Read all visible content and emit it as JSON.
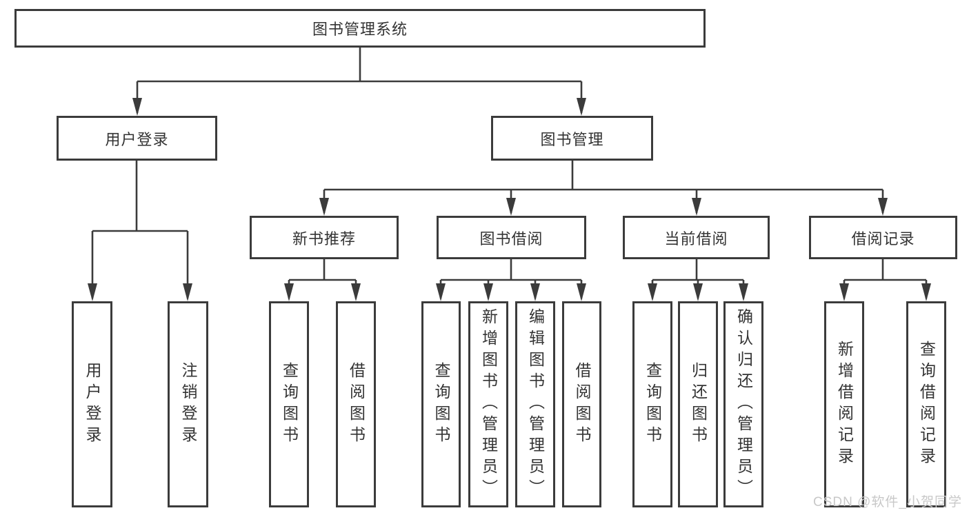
{
  "diagram": {
    "root": {
      "label": "图书管理系统",
      "children": [
        {
          "label": "用户登录",
          "children": [
            {
              "label": "用户登录"
            },
            {
              "label": "注销登录"
            }
          ]
        },
        {
          "label": "图书管理",
          "children": [
            {
              "label": "新书推荐",
              "children": [
                {
                  "label": "查询图书"
                },
                {
                  "label": "借阅图书"
                }
              ]
            },
            {
              "label": "图书借阅",
              "children": [
                {
                  "label": "查询图书"
                },
                {
                  "label": "新增图书（管理员）"
                },
                {
                  "label": "编辑图书（管理员）"
                },
                {
                  "label": "借阅图书"
                }
              ]
            },
            {
              "label": "当前借阅",
              "children": [
                {
                  "label": "查询图书"
                },
                {
                  "label": "归还图书"
                },
                {
                  "label": "确认归还（管理员）"
                }
              ]
            },
            {
              "label": "借阅记录",
              "children": [
                {
                  "label": "新增借阅记录"
                },
                {
                  "label": "查询借阅记录"
                }
              ]
            }
          ]
        }
      ]
    },
    "watermark": "CSDN @软件_小贺同学",
    "colors": {
      "line": "#3b3b3b",
      "text": "#333333",
      "watermark": "#c8c8c8",
      "background": "#ffffff"
    }
  }
}
